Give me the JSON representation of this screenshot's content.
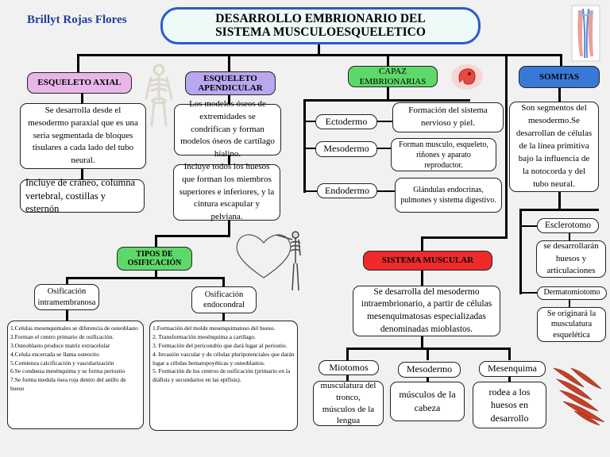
{
  "author": "Brillyt Rojas Flores",
  "title": "DESARROLLO EMBRIONARIO DEL SISTEMA MUSCULOESQUELETICO",
  "colors": {
    "pink": "#e8b6e8",
    "lavender": "#b9a7ef",
    "green": "#5fd86a",
    "blue": "#3a78d8",
    "red": "#ee2a2a",
    "title_fill": "#eefaf8",
    "title_border": "#2a5ad0",
    "muscle": "#c8402a"
  },
  "icons": [
    "skeleton-icon",
    "embryo-icon",
    "heart-skeleton-icon",
    "muscle-fibers-icon",
    "spine-icon"
  ],
  "axial": {
    "label": "ESQUELETO AXIAL",
    "desc": "Se desarrolla desde el mesodermo paraxial que es una seria segmentada de bloques tisulares a cada lado del tubo neural.",
    "includes": "Incluye de cráneo, columna vertebral, costillas y esternón"
  },
  "apendicular": {
    "label": "ESQUELETO APENDICULAR",
    "desc": "Los modelos óseos de extremidades se condrifican y forman modelos óseos de cartílago hialino.",
    "includes": "Incluye todos los huesos que forman los miembros superiores e inferiores, y la cintura escapular y pelviana."
  },
  "capas": {
    "label": "CAPAZ EMBRIONARIAS",
    "items": [
      {
        "name": "Ectodermo",
        "desc": "Formación del sistema nervioso y piel."
      },
      {
        "name": "Mesodermo",
        "desc": "Forman musculo, esqueleto, riñones y aparato reproductor."
      },
      {
        "name": "Endodermo",
        "desc": "Glándulas endocrinas, pulmones y sistema digestivo."
      }
    ]
  },
  "somitas": {
    "label": "SOMITAS",
    "desc": "Son segmentos del mesodermo.Se desarrollan de células de la línea primitiva bajo la influencia de la notocorda y del tubo neural.",
    "items": [
      {
        "name": "Esclerotomo",
        "desc": "se desarrollarán huesos y articulaciones"
      },
      {
        "name": "Dermatomiotomo",
        "desc": "Se originará la musculatura esquelética"
      }
    ]
  },
  "osificacion": {
    "label": "TIPOS DE OSIFICACIÓN",
    "intra": {
      "name": "Osificación intramembranosa",
      "steps": [
        "1.Celulas mesenquimales se diferencia de osteoblasto",
        "2.Forman el centro primario de osificación.",
        "3.Osteoblasto produce matriz extracelular",
        "4.Celula encerrada se llama osteocito",
        "5.Comienza calcificación y vascularización",
        "6.Se condensa mesénquima y se forma periostio",
        "7.Se forma medula ósea roja dentro del anillo de hueso"
      ]
    },
    "endo": {
      "name": "Osificación endocondral",
      "steps": [
        "1.Formación del molde mesenquimatoso del hueso.",
        "2. Transformación mesénquima a cartílago.",
        "3. Formación del pericondrio que dará lugar al periostio.",
        "4. Invasión vascular y de células pluripotenciales que darán lugar a células hematopoyéticas y osteoblastos.",
        "5. Formación de los centros de osificación (primario en la diáfisis y secundarios en las epífisis)."
      ]
    }
  },
  "muscular": {
    "label": "SISTEMA MUSCULAR",
    "desc": "Se desarrolla del mesodermo intraembrionario, a partir de células mesenquimatosas especializadas denominadas mioblastos.",
    "items": [
      {
        "name": "Miotomos",
        "desc": "musculatura del tronco, músculos de la lengua"
      },
      {
        "name": "Mesodermo",
        "desc": "músculos de la cabeza"
      },
      {
        "name": "Mesenquima",
        "desc": "rodea a los huesos en desarrollo"
      }
    ]
  }
}
